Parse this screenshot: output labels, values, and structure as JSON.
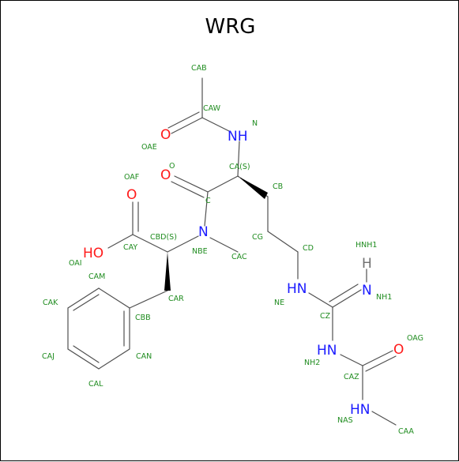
{
  "title": "WRG",
  "colors": {
    "bond": "#505050",
    "label": "#1f8c1f",
    "nitrogen": "#1a1aff",
    "oxygen": "#ff1a1a",
    "hydrogen": "#707070"
  },
  "atoms": [
    {
      "id": "n_top",
      "text": "NH",
      "element": "N"
    },
    {
      "id": "o_cawo",
      "text": "O",
      "element": "O"
    },
    {
      "id": "o_co",
      "text": "O",
      "element": "O"
    },
    {
      "id": "o_acid",
      "text": "O",
      "element": "O"
    },
    {
      "id": "ho_acid",
      "text": "HO",
      "element": "O"
    },
    {
      "id": "n_nbe",
      "text": "N",
      "element": "N"
    },
    {
      "id": "n_ne",
      "text": "HN",
      "element": "N"
    },
    {
      "id": "n_nh1",
      "text": "N",
      "element": "N"
    },
    {
      "id": "h_nh1",
      "text": "H",
      "element": "H"
    },
    {
      "id": "n_nh2",
      "text": "HN",
      "element": "N"
    },
    {
      "id": "o_oag",
      "text": "O",
      "element": "O"
    },
    {
      "id": "n_nas",
      "text": "HN",
      "element": "N"
    }
  ],
  "labels": [
    {
      "id": "cab",
      "text": "CAB"
    },
    {
      "id": "caw",
      "text": "CAW"
    },
    {
      "id": "n",
      "text": "N"
    },
    {
      "id": "oae",
      "text": "OAE"
    },
    {
      "id": "o",
      "text": "O"
    },
    {
      "id": "ca",
      "text": "CA(S)"
    },
    {
      "id": "oaf",
      "text": "OAF"
    },
    {
      "id": "c",
      "text": "C"
    },
    {
      "id": "cb",
      "text": "CB"
    },
    {
      "id": "cbd",
      "text": "CBD(S)"
    },
    {
      "id": "cay",
      "text": "CAY"
    },
    {
      "id": "cg",
      "text": "CG"
    },
    {
      "id": "cd",
      "text": "CD"
    },
    {
      "id": "hnh1",
      "text": "HNH1"
    },
    {
      "id": "nbe",
      "text": "NBE"
    },
    {
      "id": "cac",
      "text": "CAC"
    },
    {
      "id": "oai",
      "text": "OAI"
    },
    {
      "id": "cam",
      "text": "CAM"
    },
    {
      "id": "ne",
      "text": "NE"
    },
    {
      "id": "nh1",
      "text": "NH1"
    },
    {
      "id": "car",
      "text": "CAR"
    },
    {
      "id": "cak",
      "text": "CAK"
    },
    {
      "id": "cbb",
      "text": "CBB"
    },
    {
      "id": "cz",
      "text": "CZ"
    },
    {
      "id": "oag",
      "text": "OAG"
    },
    {
      "id": "caj",
      "text": "CAJ"
    },
    {
      "id": "can",
      "text": "CAN"
    },
    {
      "id": "nh2",
      "text": "NH2"
    },
    {
      "id": "caz",
      "text": "CAZ"
    },
    {
      "id": "cal",
      "text": "CAL"
    },
    {
      "id": "nas",
      "text": "NAS"
    },
    {
      "id": "caa",
      "text": "CAA"
    }
  ]
}
